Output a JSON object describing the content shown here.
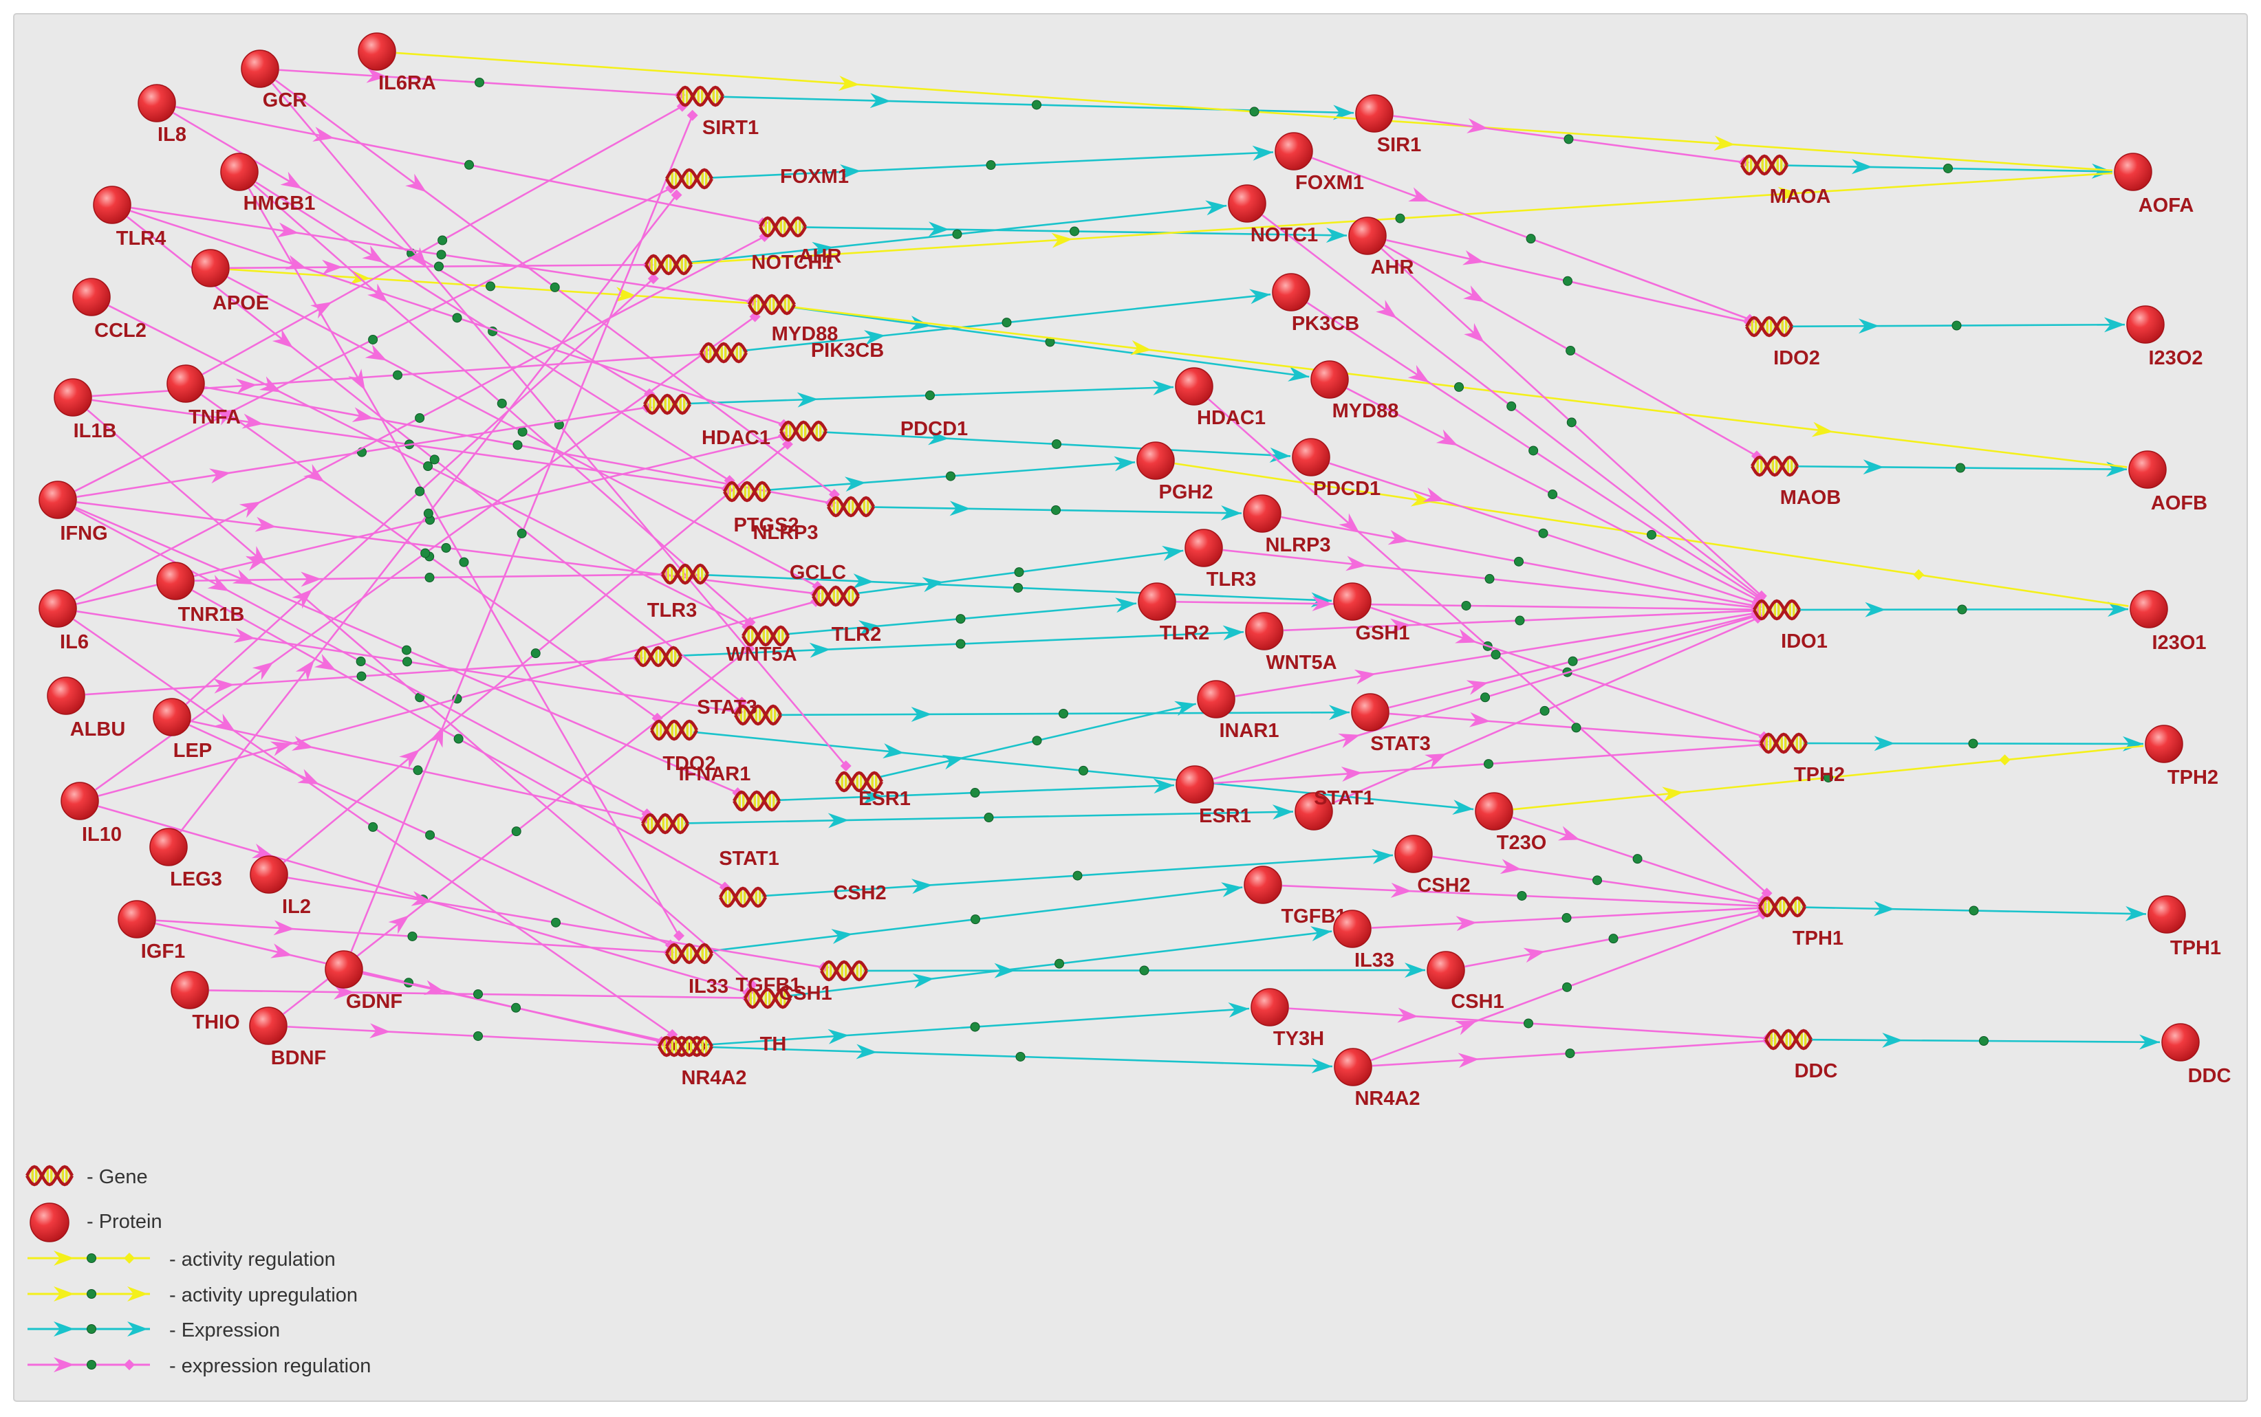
{
  "colors": {
    "background": "#e9e9e9",
    "panel_border": "#d0d0d0",
    "label": "#a3171d",
    "legend_text": "#333333",
    "activity_regulation": "#f4f01a",
    "activity_upregulation": "#f4f01a",
    "expression": "#19c3cb",
    "expression_regulation": "#f46bdc",
    "midpoint_dot": "#1d8a3e",
    "reg_diamond": "#f46bdc",
    "act_diamond": "#f4f01a",
    "protein_fill": "#e8232a",
    "protein_highlight": "#ff9a9a",
    "gene_strand": "#b0171d",
    "gene_rungs": "#e6e22a"
  },
  "legend": {
    "gene": "- Gene",
    "protein": "- Protein",
    "activity_regulation": "- activity regulation",
    "activity_upregulation": "- activity upregulation",
    "expression": "- Expression",
    "expression_regulation": "- expression regulation"
  },
  "nodes": {
    "p_IL6RA": {
      "label": "IL6RA",
      "type": "protein"
    },
    "p_GCR": {
      "label": "GCR",
      "type": "protein"
    },
    "p_IL8": {
      "label": "IL8",
      "type": "protein"
    },
    "p_HMGB1": {
      "label": "HMGB1",
      "type": "protein"
    },
    "p_TLR4": {
      "label": "TLR4",
      "type": "protein"
    },
    "p_APOE": {
      "label": "APOE",
      "type": "protein"
    },
    "p_CCL2": {
      "label": "CCL2",
      "type": "protein"
    },
    "p_IL1B": {
      "label": "IL1B",
      "type": "protein"
    },
    "p_TNFA": {
      "label": "TNFA",
      "type": "protein"
    },
    "p_IFNG": {
      "label": "IFNG",
      "type": "protein"
    },
    "p_TNR1B": {
      "label": "TNR1B",
      "type": "protein"
    },
    "p_IL6": {
      "label": "IL6",
      "type": "protein"
    },
    "p_ALBU": {
      "label": "ALBU",
      "type": "protein"
    },
    "p_LEP": {
      "label": "LEP",
      "type": "protein"
    },
    "p_IL10": {
      "label": "IL10",
      "type": "protein"
    },
    "p_LEG3": {
      "label": "LEG3",
      "type": "protein"
    },
    "p_IL2": {
      "label": "IL2",
      "type": "protein"
    },
    "p_IGF1": {
      "label": "IGF1",
      "type": "protein"
    },
    "p_GDNF": {
      "label": "GDNF",
      "type": "protein"
    },
    "p_THIO": {
      "label": "THIO",
      "type": "protein"
    },
    "p_BDNF": {
      "label": "BDNF",
      "type": "protein"
    },
    "g_SIRT1": {
      "label": "SIRT1",
      "type": "gene"
    },
    "g_FOXM1": {
      "label": "FOXM1",
      "type": "gene"
    },
    "g_AHR": {
      "label": "AHR",
      "type": "gene"
    },
    "g_NOTCH1": {
      "label": "NOTCH1",
      "type": "gene"
    },
    "g_MYD88": {
      "label": "MYD88",
      "type": "gene"
    },
    "g_PIK3CB": {
      "label": "PIK3CB",
      "type": "gene"
    },
    "g_HDAC1": {
      "label": "HDAC1",
      "type": "gene"
    },
    "g_PDCD1": {
      "label": "PDCD1",
      "type": "gene"
    },
    "g_PTGS2": {
      "label": "PTGS2",
      "type": "gene"
    },
    "g_NLRP3": {
      "label": "NLRP3",
      "type": "gene"
    },
    "g_GCLC": {
      "label": "GCLC",
      "type": "gene"
    },
    "g_TLR3": {
      "label": "TLR3",
      "type": "gene"
    },
    "g_TLR2": {
      "label": "TLR2",
      "type": "gene"
    },
    "g_WNT5A": {
      "label": "WNT5A",
      "type": "gene"
    },
    "g_STAT3": {
      "label": "STAT3",
      "type": "gene"
    },
    "g_TDO2": {
      "label": "TDO2",
      "type": "gene"
    },
    "g_IFNAR1": {
      "label": "IFNAR1",
      "type": "gene"
    },
    "g_ESR1": {
      "label": "ESR1",
      "type": "gene"
    },
    "g_STAT1": {
      "label": "STAT1",
      "type": "gene"
    },
    "g_CSH2": {
      "label": "CSH2",
      "type": "gene"
    },
    "g_TGFB1": {
      "label": "TGFB1",
      "type": "gene"
    },
    "g_IL33": {
      "label": "IL33",
      "type": "gene"
    },
    "g_CSH1": {
      "label": "CSH1",
      "type": "gene"
    },
    "g_TH": {
      "label": "TH",
      "type": "gene"
    },
    "g_NR4A2": {
      "label": "NR4A2",
      "type": "gene"
    },
    "p_SIR1": {
      "label": "SIR1",
      "type": "protein"
    },
    "p_FOXM1": {
      "label": "FOXM1",
      "type": "protein"
    },
    "p_NOTC1": {
      "label": "NOTC1",
      "type": "protein"
    },
    "p_AHR": {
      "label": "AHR",
      "type": "protein"
    },
    "p_PK3CB": {
      "label": "PK3CB",
      "type": "protein"
    },
    "p_HDAC1": {
      "label": "HDAC1",
      "type": "protein"
    },
    "p_MYD88": {
      "label": "MYD88",
      "type": "protein"
    },
    "p_PGH2": {
      "label": "PGH2",
      "type": "protein"
    },
    "p_PDCD1": {
      "label": "PDCD1",
      "type": "protein"
    },
    "p_NLRP3": {
      "label": "NLRP3",
      "type": "protein"
    },
    "p_TLR3": {
      "label": "TLR3",
      "type": "protein"
    },
    "p_TLR2": {
      "label": "TLR2",
      "type": "protein"
    },
    "p_GSH1": {
      "label": "GSH1",
      "type": "protein"
    },
    "p_WNT5A": {
      "label": "WNT5A",
      "type": "protein"
    },
    "p_INAR1": {
      "label": "INAR1",
      "type": "protein"
    },
    "p_STAT3": {
      "label": "STAT3",
      "type": "protein"
    },
    "p_ESR1": {
      "label": "ESR1",
      "type": "protein"
    },
    "p_STAT1": {
      "label": "STAT1",
      "type": "protein"
    },
    "p_T23O": {
      "label": "T23O",
      "type": "protein"
    },
    "p_CSH2": {
      "label": "CSH2",
      "type": "protein"
    },
    "p_TGFB1": {
      "label": "TGFB1",
      "type": "protein"
    },
    "p_IL33": {
      "label": "IL33",
      "type": "protein"
    },
    "p_CSH1": {
      "label": "CSH1",
      "type": "protein"
    },
    "p_TY3H": {
      "label": "TY3H",
      "type": "protein"
    },
    "p_NR4A2": {
      "label": "NR4A2",
      "type": "protein"
    },
    "g_MAOA": {
      "label": "MAOA",
      "type": "gene"
    },
    "g_IDO2": {
      "label": "IDO2",
      "type": "gene"
    },
    "g_MAOB": {
      "label": "MAOB",
      "type": "gene"
    },
    "g_IDO1": {
      "label": "IDO1",
      "type": "gene"
    },
    "g_TPH2": {
      "label": "TPH2",
      "type": "gene"
    },
    "g_TPH1": {
      "label": "TPH1",
      "type": "gene"
    },
    "g_DDC": {
      "label": "DDC",
      "type": "gene"
    },
    "p_AOFA": {
      "label": "AOFA",
      "type": "protein"
    },
    "p_I23O2": {
      "label": "I23O2",
      "type": "protein"
    },
    "p_AOFB": {
      "label": "AOFB",
      "type": "protein"
    },
    "p_I23O1": {
      "label": "I23O1",
      "type": "protein"
    },
    "p_TPH2": {
      "label": "TPH2",
      "type": "protein"
    },
    "p_TPH1": {
      "label": "TPH1",
      "type": "protein"
    },
    "p_DDC": {
      "label": "DDC",
      "type": "protein"
    }
  },
  "edges": [
    {
      "from": "g_SIRT1",
      "to": "p_SIR1",
      "type": "expression"
    },
    {
      "from": "g_FOXM1",
      "to": "p_FOXM1",
      "type": "expression"
    },
    {
      "from": "g_AHR",
      "to": "p_AHR",
      "type": "expression"
    },
    {
      "from": "g_NOTCH1",
      "to": "p_NOTC1",
      "type": "expression"
    },
    {
      "from": "g_MYD88",
      "to": "p_MYD88",
      "type": "expression"
    },
    {
      "from": "g_PIK3CB",
      "to": "p_PK3CB",
      "type": "expression"
    },
    {
      "from": "g_HDAC1",
      "to": "p_HDAC1",
      "type": "expression"
    },
    {
      "from": "g_PDCD1",
      "to": "p_PDCD1",
      "type": "expression"
    },
    {
      "from": "g_PTGS2",
      "to": "p_PGH2",
      "type": "expression"
    },
    {
      "from": "g_NLRP3",
      "to": "p_NLRP3",
      "type": "expression"
    },
    {
      "from": "g_GCLC",
      "to": "p_GSH1",
      "type": "expression"
    },
    {
      "from": "g_TLR3",
      "to": "p_TLR3",
      "type": "expression"
    },
    {
      "from": "g_TLR2",
      "to": "p_TLR2",
      "type": "expression"
    },
    {
      "from": "g_WNT5A",
      "to": "p_WNT5A",
      "type": "expression"
    },
    {
      "from": "g_STAT3",
      "to": "p_STAT3",
      "type": "expression"
    },
    {
      "from": "g_TDO2",
      "to": "p_T23O",
      "type": "expression"
    },
    {
      "from": "g_IFNAR1",
      "to": "p_INAR1",
      "type": "expression"
    },
    {
      "from": "g_ESR1",
      "to": "p_ESR1",
      "type": "expression"
    },
    {
      "from": "g_STAT1",
      "to": "p_STAT1",
      "type": "expression"
    },
    {
      "from": "g_CSH2",
      "to": "p_CSH2",
      "type": "expression"
    },
    {
      "from": "g_TGFB1",
      "to": "p_TGFB1",
      "type": "expression"
    },
    {
      "from": "g_IL33",
      "to": "p_IL33",
      "type": "expression"
    },
    {
      "from": "g_CSH1",
      "to": "p_CSH1",
      "type": "expression"
    },
    {
      "from": "g_TH",
      "to": "p_TY3H",
      "type": "expression"
    },
    {
      "from": "g_NR4A2",
      "to": "p_NR4A2",
      "type": "expression"
    },
    {
      "from": "g_MAOA",
      "to": "p_AOFA",
      "type": "expression"
    },
    {
      "from": "g_IDO2",
      "to": "p_I23O2",
      "type": "expression"
    },
    {
      "from": "g_MAOB",
      "to": "p_AOFB",
      "type": "expression"
    },
    {
      "from": "g_IDO1",
      "to": "p_I23O1",
      "type": "expression"
    },
    {
      "from": "g_TPH2",
      "to": "p_TPH2",
      "type": "expression"
    },
    {
      "from": "g_TPH1",
      "to": "p_TPH1",
      "type": "expression"
    },
    {
      "from": "g_DDC",
      "to": "p_DDC",
      "type": "expression"
    },
    {
      "from": "p_IL6RA",
      "to": "p_AOFA",
      "type": "activity_upregulation"
    },
    {
      "from": "p_APOE",
      "to": "g_MYD88",
      "type": "activity_upregulation"
    },
    {
      "from": "g_MYD88",
      "to": "p_AOFB",
      "type": "activity_upregulation"
    },
    {
      "from": "g_NOTCH1",
      "to": "p_AOFA",
      "type": "activity_upregulation"
    },
    {
      "from": "p_PGH2",
      "to": "p_I23O1",
      "type": "activity_regulation"
    },
    {
      "from": "p_T23O",
      "to": "p_TPH2",
      "type": "activity_regulation"
    },
    {
      "from": "p_GCR",
      "to": "g_SIRT1",
      "type": "expression_regulation"
    },
    {
      "from": "p_IL8",
      "to": "g_AHR",
      "type": "expression_regulation"
    },
    {
      "from": "p_IL8",
      "to": "g_HDAC1",
      "type": "expression_regulation"
    },
    {
      "from": "p_GCR",
      "to": "g_NLRP3",
      "type": "expression_regulation"
    },
    {
      "from": "p_GCR",
      "to": "g_IFNAR1",
      "type": "expression_regulation"
    },
    {
      "from": "p_HMGB1",
      "to": "g_TLR2",
      "type": "expression_regulation"
    },
    {
      "from": "p_HMGB1",
      "to": "g_PTGS2",
      "type": "expression_regulation"
    },
    {
      "from": "p_HMGB1",
      "to": "g_TGFB1",
      "type": "expression_regulation"
    },
    {
      "from": "p_TLR4",
      "to": "g_MYD88",
      "type": "expression_regulation"
    },
    {
      "from": "p_TLR4",
      "to": "g_PDCD1",
      "type": "expression_regulation"
    },
    {
      "from": "p_TLR4",
      "to": "g_STAT3",
      "type": "expression_regulation"
    },
    {
      "from": "p_APOE",
      "to": "g_NOTCH1",
      "type": "expression_regulation"
    },
    {
      "from": "p_APOE",
      "to": "g_TLR3",
      "type": "expression_regulation"
    },
    {
      "from": "p_CCL2",
      "to": "g_TLR2",
      "type": "expression_regulation"
    },
    {
      "from": "p_IL1B",
      "to": "g_PIK3CB",
      "type": "expression_regulation"
    },
    {
      "from": "p_IL1B",
      "to": "g_IL33",
      "type": "expression_regulation"
    },
    {
      "from": "p_IL1B",
      "to": "g_PTGS2",
      "type": "expression_regulation"
    },
    {
      "from": "p_TNFA",
      "to": "g_NLRP3",
      "type": "expression_regulation"
    },
    {
      "from": "p_TNFA",
      "to": "g_TDO2",
      "type": "expression_regulation"
    },
    {
      "from": "p_TNFA",
      "to": "g_SIRT1",
      "type": "expression_regulation"
    },
    {
      "from": "p_IFNG",
      "to": "g_FOXM1",
      "type": "expression_regulation"
    },
    {
      "from": "p_IFNG",
      "to": "g_STAT1",
      "type": "expression_regulation"
    },
    {
      "from": "p_IFNG",
      "to": "g_TLR3",
      "type": "expression_regulation"
    },
    {
      "from": "p_IFNG",
      "to": "g_ESR1",
      "type": "expression_regulation"
    },
    {
      "from": "p_IFNG",
      "to": "g_HDAC1",
      "type": "expression_regulation"
    },
    {
      "from": "p_TNR1B",
      "to": "g_GCLC",
      "type": "expression_regulation"
    },
    {
      "from": "p_TNR1B",
      "to": "g_CSH2",
      "type": "expression_regulation"
    },
    {
      "from": "p_IL6",
      "to": "g_STAT3",
      "type": "expression_regulation"
    },
    {
      "from": "p_IL6",
      "to": "g_AHR",
      "type": "expression_regulation"
    },
    {
      "from": "p_IL6",
      "to": "g_NR4A2",
      "type": "expression_regulation"
    },
    {
      "from": "p_IL6",
      "to": "g_PDCD1",
      "type": "expression_regulation"
    },
    {
      "from": "p_ALBU",
      "to": "g_WNT5A",
      "type": "expression_regulation"
    },
    {
      "from": "p_LEP",
      "to": "g_NOTCH1",
      "type": "expression_regulation"
    },
    {
      "from": "p_LEP",
      "to": "g_TGFB1",
      "type": "expression_regulation"
    },
    {
      "from": "p_LEP",
      "to": "g_STAT1",
      "type": "expression_regulation"
    },
    {
      "from": "p_IL10",
      "to": "g_IL33",
      "type": "expression_regulation"
    },
    {
      "from": "p_IL10",
      "to": "g_TLR3",
      "type": "expression_regulation"
    },
    {
      "from": "p_IL10",
      "to": "g_MYD88",
      "type": "expression_regulation"
    },
    {
      "from": "p_LEG3",
      "to": "g_FOXM1",
      "type": "expression_regulation"
    },
    {
      "from": "p_IL2",
      "to": "g_CSH1",
      "type": "expression_regulation"
    },
    {
      "from": "p_IL2",
      "to": "g_PDCD1",
      "type": "expression_regulation"
    },
    {
      "from": "p_IGF1",
      "to": "g_TGFB1",
      "type": "expression_regulation"
    },
    {
      "from": "p_IGF1",
      "to": "g_TH",
      "type": "expression_regulation"
    },
    {
      "from": "p_GDNF",
      "to": "g_NR4A2",
      "type": "expression_regulation"
    },
    {
      "from": "p_GDNF",
      "to": "g_SIRT1",
      "type": "expression_regulation"
    },
    {
      "from": "p_THIO",
      "to": "g_IL33",
      "type": "expression_regulation"
    },
    {
      "from": "p_BDNF",
      "to": "g_NR4A2",
      "type": "expression_regulation"
    },
    {
      "from": "p_BDNF",
      "to": "g_TLR2",
      "type": "expression_regulation"
    },
    {
      "from": "p_SIR1",
      "to": "g_MAOA",
      "type": "expression_regulation"
    },
    {
      "from": "p_FOXM1",
      "to": "g_IDO2",
      "type": "expression_regulation"
    },
    {
      "from": "p_AHR",
      "to": "g_IDO2",
      "type": "expression_regulation"
    },
    {
      "from": "p_AHR",
      "to": "g_IDO1",
      "type": "expression_regulation"
    },
    {
      "from": "p_NOTC1",
      "to": "g_IDO1",
      "type": "expression_regulation"
    },
    {
      "from": "p_PK3CB",
      "to": "g_IDO1",
      "type": "expression_regulation"
    },
    {
      "from": "p_HDAC1",
      "to": "g_TPH1",
      "type": "expression_regulation"
    },
    {
      "from": "p_MYD88",
      "to": "g_IDO1",
      "type": "expression_regulation"
    },
    {
      "from": "p_PDCD1",
      "to": "g_IDO1",
      "type": "expression_regulation"
    },
    {
      "from": "p_NLRP3",
      "to": "g_IDO1",
      "type": "expression_regulation"
    },
    {
      "from": "p_TLR3",
      "to": "g_IDO1",
      "type": "expression_regulation"
    },
    {
      "from": "p_TLR2",
      "to": "g_IDO1",
      "type": "expression_regulation"
    },
    {
      "from": "p_GSH1",
      "to": "g_TPH2",
      "type": "expression_regulation"
    },
    {
      "from": "p_WNT5A",
      "to": "g_IDO1",
      "type": "expression_regulation"
    },
    {
      "from": "p_INAR1",
      "to": "g_IDO1",
      "type": "expression_regulation"
    },
    {
      "from": "p_STAT3",
      "to": "g_TPH2",
      "type": "expression_regulation"
    },
    {
      "from": "p_STAT3",
      "to": "g_IDO1",
      "type": "expression_regulation"
    },
    {
      "from": "p_ESR1",
      "to": "g_TPH2",
      "type": "expression_regulation"
    },
    {
      "from": "p_ESR1",
      "to": "g_IDO1",
      "type": "expression_regulation"
    },
    {
      "from": "p_STAT1",
      "to": "g_IDO1",
      "type": "expression_regulation"
    },
    {
      "from": "p_CSH2",
      "to": "g_TPH1",
      "type": "expression_regulation"
    },
    {
      "from": "p_TGFB1",
      "to": "g_TPH1",
      "type": "expression_regulation"
    },
    {
      "from": "p_IL33",
      "to": "g_TPH1",
      "type": "expression_regulation"
    },
    {
      "from": "p_CSH1",
      "to": "g_TPH1",
      "type": "expression_regulation"
    },
    {
      "from": "p_T23O",
      "to": "g_TPH1",
      "type": "expression_regulation"
    },
    {
      "from": "p_TY3H",
      "to": "g_DDC",
      "type": "expression_regulation"
    },
    {
      "from": "p_NR4A2",
      "to": "g_DDC",
      "type": "expression_regulation"
    },
    {
      "from": "p_AHR",
      "to": "g_MAOB",
      "type": "expression_regulation"
    },
    {
      "from": "p_NR4A2",
      "to": "g_TPH1",
      "type": "expression_regulation"
    }
  ]
}
